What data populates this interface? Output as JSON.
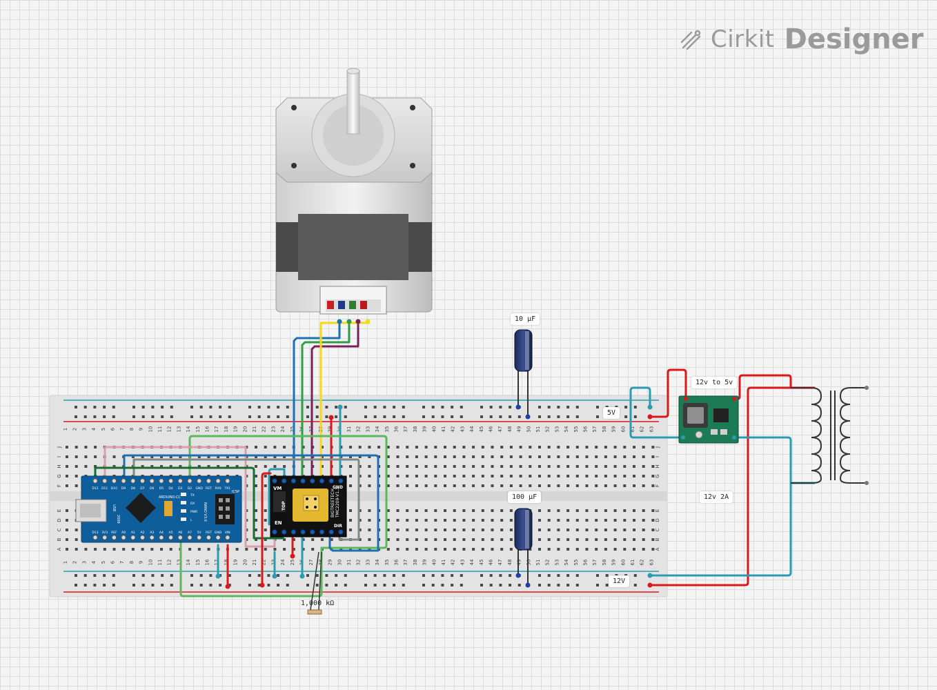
{
  "logo": {
    "brand_left": "Cirkit",
    "brand_right": "Designer",
    "icon": "cirkit-logo-icon"
  },
  "labels": {
    "cap_top": "10 µF",
    "cap_bottom": "100 µF",
    "rail_5v": "5V",
    "rail_12v": "12V",
    "buck": "12v to 5v",
    "supply": "12v 2A",
    "resistor": "1,000 kΩ"
  },
  "breadboard": {
    "rows_top": [
      "J",
      "I",
      "H",
      "G",
      "F"
    ],
    "rows_bottom": [
      "E",
      "D",
      "C",
      "B",
      "A"
    ],
    "columns": 63
  },
  "nano": {
    "top_pins": [
      "D12",
      "D11",
      "D10",
      "D9",
      "D8",
      "D7",
      "D6",
      "D5",
      "D4",
      "D3",
      "D2",
      "GND",
      "RST",
      "RX0",
      "TX1"
    ],
    "bottom_pins": [
      "D13",
      "3V3",
      "REF",
      "A0",
      "A1",
      "A2",
      "A3",
      "A4",
      "A5",
      "A6",
      "A7",
      "5V",
      "RST",
      "GND",
      "VIN"
    ],
    "brand": "ARDUINO.CC",
    "model": "NANO V3.0",
    "year": "2009",
    "icsp": "ICSP",
    "usb": "USB",
    "leds": [
      "TX",
      "RX",
      "PWR",
      "L"
    ]
  },
  "driver": {
    "label_vm": "VM",
    "label_en": "EN",
    "label_gnd": "GND",
    "label_dir": "DIR",
    "label_top": "TOP",
    "model_line1": "BIGTREETECH",
    "model_line2": "TMC2209-V1.3"
  },
  "colors": {
    "red": "#d7191c",
    "blue": "#1f6fb2",
    "teal": "#2b9bb1",
    "green": "#2e9e44",
    "darkgreen": "#1b6b33",
    "purple": "#7a1f5c",
    "yellow": "#f2d91b",
    "pink": "#d7a0aa",
    "grey": "#7e8a83",
    "board": "#0f5e9c"
  }
}
